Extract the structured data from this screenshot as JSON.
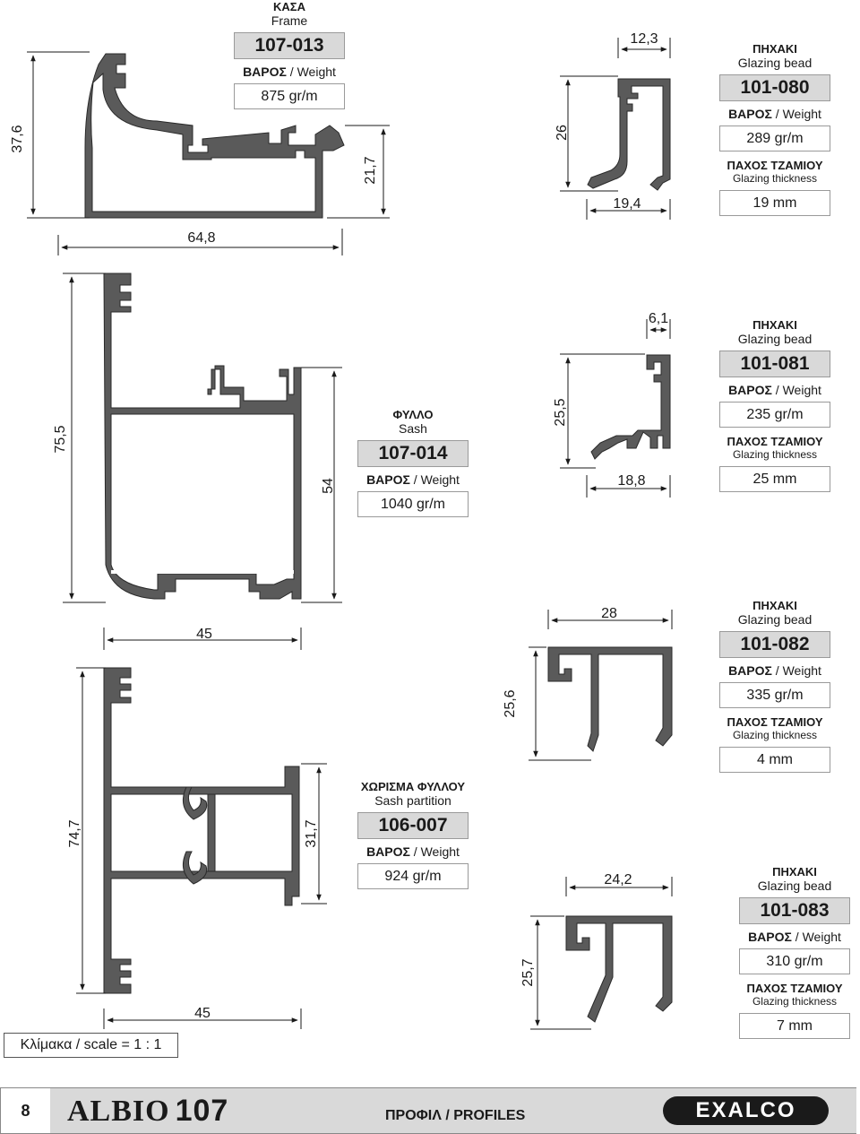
{
  "profiles": {
    "frame": {
      "title_gr": "ΚΑΣΑ",
      "title_en": "Frame",
      "code": "107-013",
      "weight_label_gr": "ΒΑΡΟΣ",
      "weight_label_en": "Weight",
      "weight": "875  gr/m",
      "dims": [
        "37,6",
        "64,8",
        "21,7"
      ]
    },
    "sash": {
      "title_gr": "ΦΥΛΛΟ",
      "title_en": "Sash",
      "code": "107-014",
      "weight_label_gr": "ΒΑΡΟΣ",
      "weight_label_en": "Weight",
      "weight": "1040  gr/m",
      "dims": [
        "75,5",
        "45",
        "54"
      ]
    },
    "partition": {
      "title_gr": "ΧΩΡΙΣΜΑ ΦΥΛΛΟΥ",
      "title_en": "Sash partition",
      "code": "106-007",
      "weight_label_gr": "ΒΑΡΟΣ",
      "weight_label_en": "Weight",
      "weight": "924  gr/m",
      "dims": [
        "74,7",
        "45",
        "31,7"
      ]
    },
    "bead_080": {
      "title_gr": "ΠΗΧΑΚΙ",
      "title_en": "Glazing bead",
      "code": "101-080",
      "weight_label_gr": "ΒΑΡΟΣ",
      "weight_label_en": "Weight",
      "weight": "289  gr/m",
      "glazing_label_gr": "ΠΑΧΟΣ ΤΖΑΜΙΟΥ",
      "glazing_label_en": "Glazing thickness",
      "glazing": "19 mm",
      "dims": [
        "12,3",
        "26",
        "19,4"
      ]
    },
    "bead_081": {
      "title_gr": "ΠΗΧΑΚΙ",
      "title_en": "Glazing bead",
      "code": "101-081",
      "weight_label_gr": "ΒΑΡΟΣ",
      "weight_label_en": "Weight",
      "weight": "235  gr/m",
      "glazing_label_gr": "ΠΑΧΟΣ ΤΖΑΜΙΟΥ",
      "glazing_label_en": "Glazing thickness",
      "glazing": "25 mm",
      "dims": [
        "6,1",
        "25,5",
        "18,8"
      ]
    },
    "bead_082": {
      "title_gr": "ΠΗΧΑΚΙ",
      "title_en": "Glazing bead",
      "code": "101-082",
      "weight_label_gr": "ΒΑΡΟΣ",
      "weight_label_en": "Weight",
      "weight": "335  gr/m",
      "glazing_label_gr": "ΠΑΧΟΣ ΤΖΑΜΙΟΥ",
      "glazing_label_en": "Glazing thickness",
      "glazing": "4 mm",
      "dims": [
        "28",
        "25,6"
      ]
    },
    "bead_083": {
      "title_gr": "ΠΗΧΑΚΙ",
      "title_en": "Glazing bead",
      "code": "101-083",
      "weight_label_gr": "ΒΑΡΟΣ",
      "weight_label_en": "Weight",
      "weight": "310  gr/m",
      "glazing_label_gr": "ΠΑΧΟΣ ΤΖΑΜΙΟΥ",
      "glazing_label_en": "Glazing thickness",
      "glazing": "7 mm",
      "dims": [
        "24,2",
        "25,7"
      ]
    }
  },
  "scale": "Κλίμακα / scale  = 1 : 1",
  "footer": {
    "page_number": "8",
    "brand": "ALBIO",
    "series": "107",
    "section": "ΠΡΟΦΙΛ / PROFILES",
    "logo_text": "EXALCO"
  },
  "colors": {
    "profile_fill": "#5a5a5a",
    "code_bg": "#d9d9d9",
    "footer_bar": "#d9d9d9"
  }
}
